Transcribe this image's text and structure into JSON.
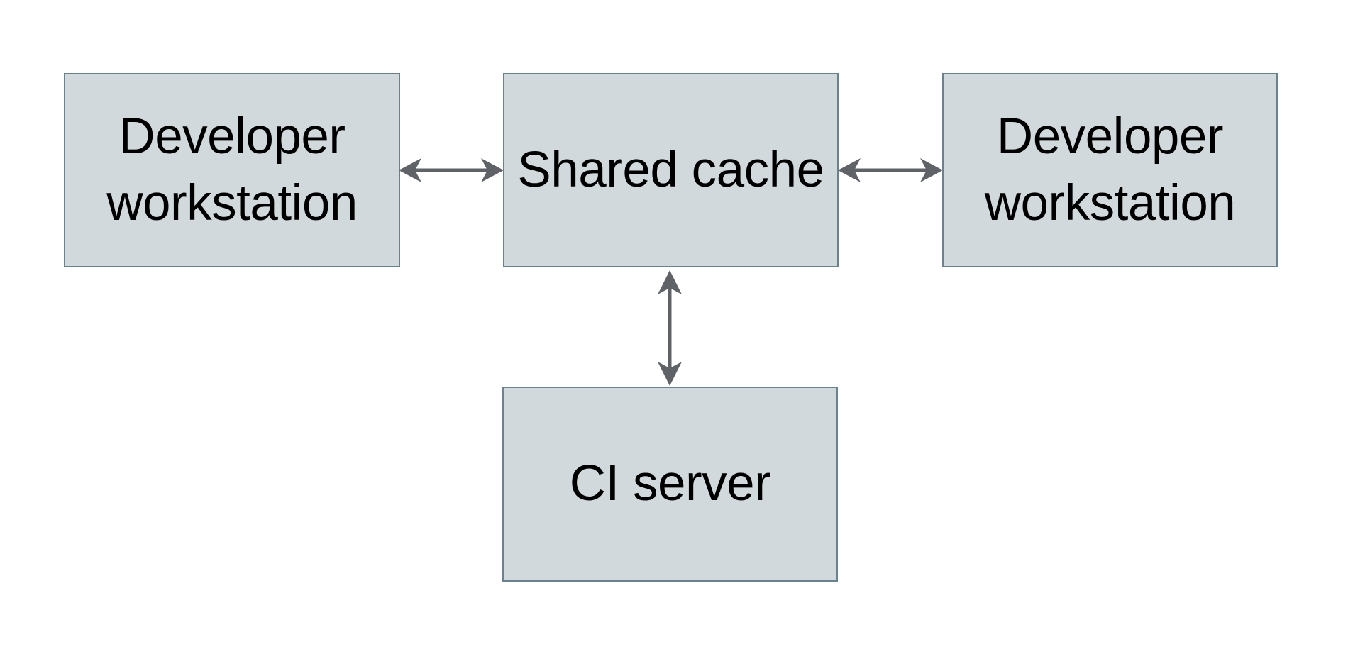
{
  "page": {
    "background": "#ffffff"
  },
  "diagram": {
    "type": "architecture-diagram",
    "colors": {
      "node_fill": "#d2d9dc",
      "node_border": "#69828e",
      "arrow": "#5f6368",
      "text": "#000000"
    },
    "nodes": [
      {
        "id": "developer-workstation-left",
        "label": "Developer workstation"
      },
      {
        "id": "shared-cache",
        "label": "Shared cache"
      },
      {
        "id": "developer-workstation-right",
        "label": "Developer workstation"
      },
      {
        "id": "ci-server",
        "label": "CI server"
      }
    ],
    "edges": [
      {
        "from": "developer-workstation-left",
        "to": "shared-cache",
        "direction": "bidirectional",
        "orientation": "horizontal"
      },
      {
        "from": "shared-cache",
        "to": "developer-workstation-right",
        "direction": "bidirectional",
        "orientation": "horizontal"
      },
      {
        "from": "shared-cache",
        "to": "ci-server",
        "direction": "bidirectional",
        "orientation": "vertical"
      }
    ]
  }
}
